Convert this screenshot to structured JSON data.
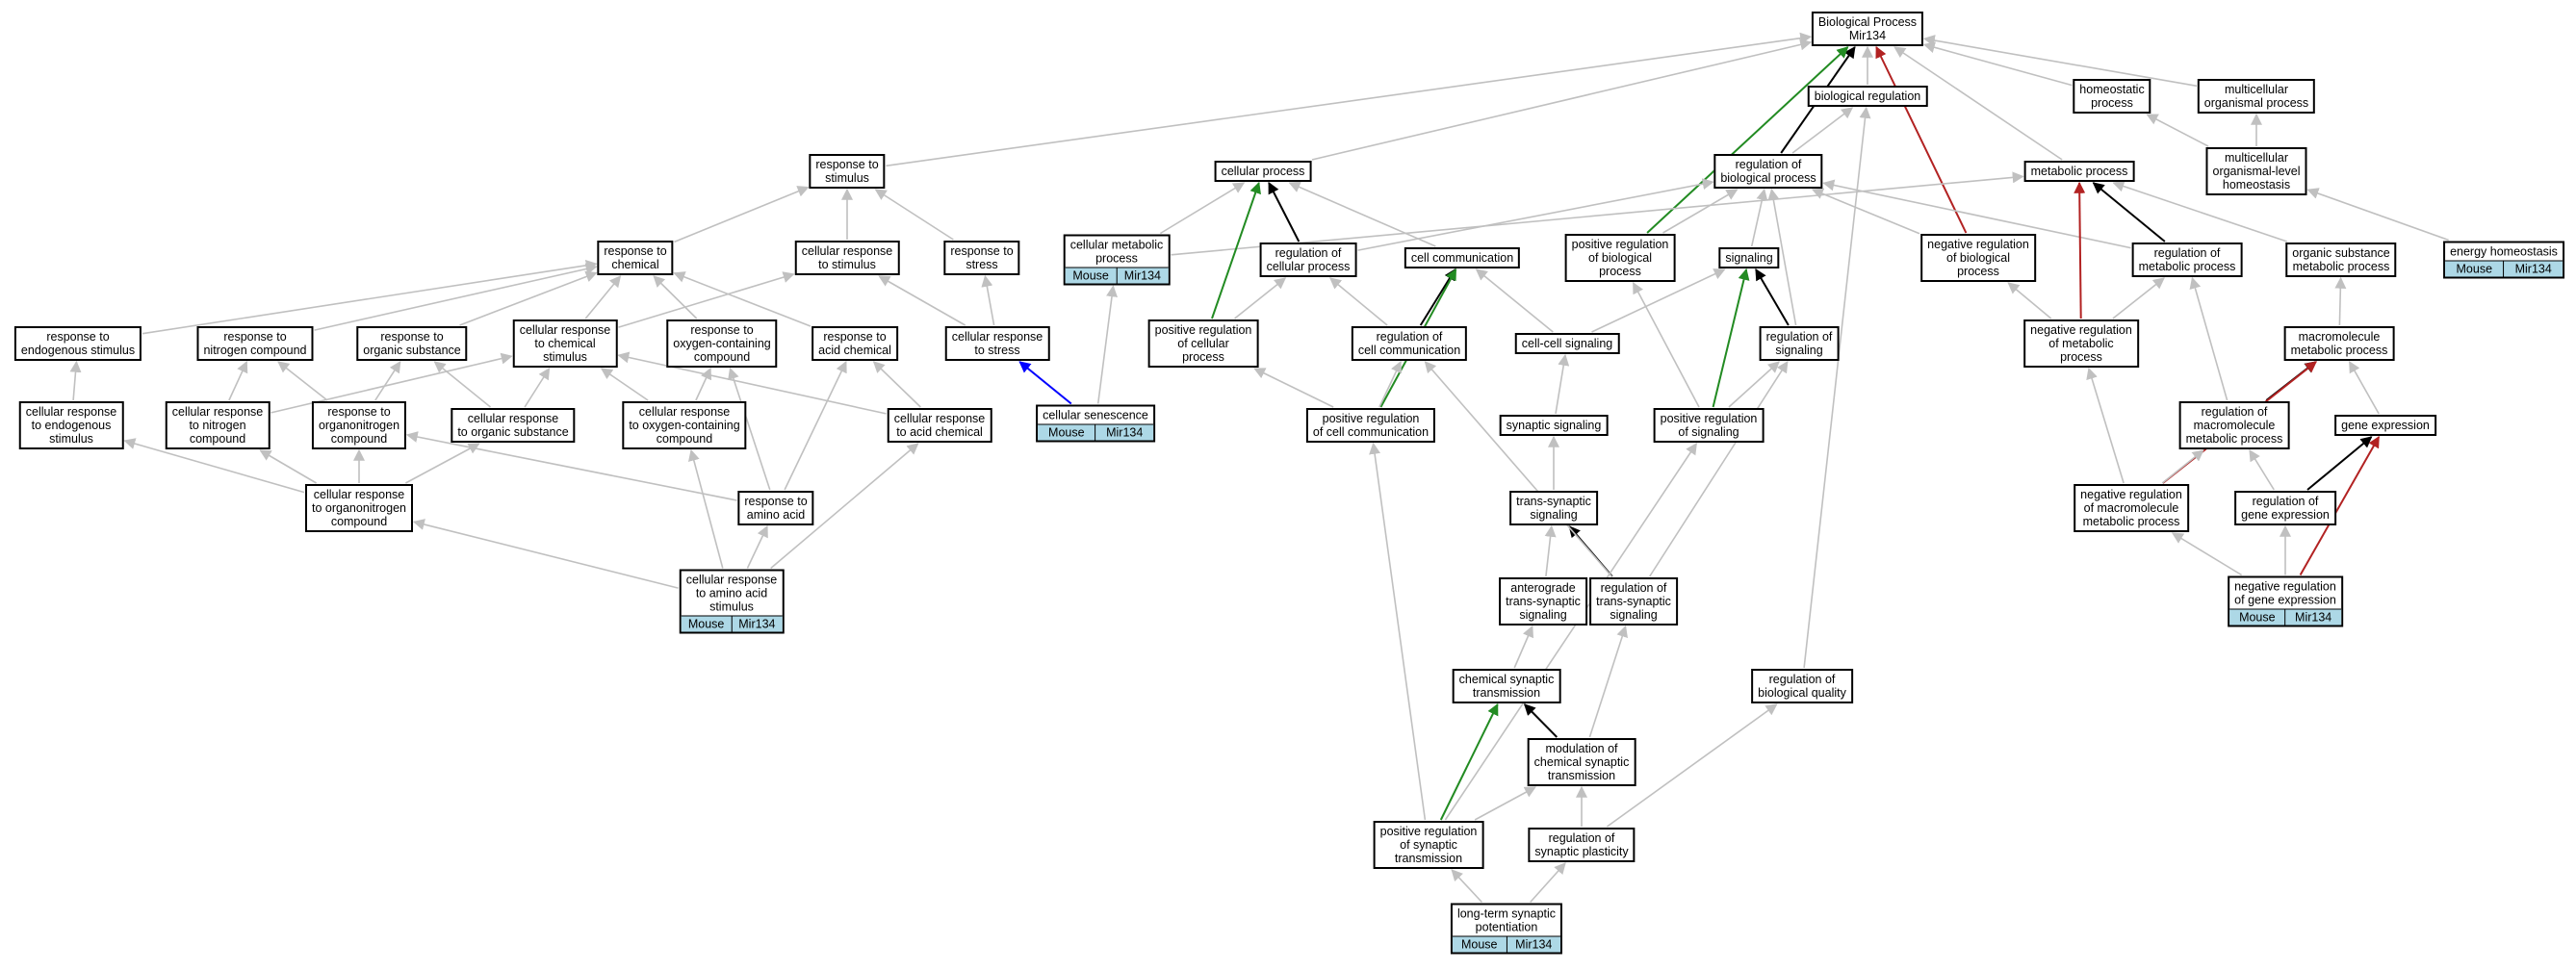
{
  "colors": {
    "gray": "#c0c0c0",
    "black": "#000000",
    "green": "#228b22",
    "red": "#b22222",
    "blue": "#0000ff",
    "annotation": "#add8e6"
  },
  "nodes": [
    {
      "id": "bp",
      "label": "Biological Process\nMir134"
    },
    {
      "id": "bioreg",
      "label": "biological regulation"
    },
    {
      "id": "homeo",
      "label": "homeostatic\nprocess"
    },
    {
      "id": "multorg",
      "label": "multicellular\norganismal process"
    },
    {
      "id": "resp_stim",
      "label": "response to\nstimulus"
    },
    {
      "id": "cellproc",
      "label": "cellular process"
    },
    {
      "id": "regbio",
      "label": "regulation of\nbiological process"
    },
    {
      "id": "metab",
      "label": "metabolic process"
    },
    {
      "id": "multhomeo",
      "label": "multicellular\norganismal-level\nhomeostasis"
    },
    {
      "id": "cellmetab",
      "label": "cellular metabolic\nprocess",
      "annot": [
        "Mouse",
        "Mir134"
      ]
    },
    {
      "id": "energy",
      "label": "energy homeostasis",
      "annot": [
        "Mouse",
        "Mir134"
      ]
    },
    {
      "id": "resp_chem",
      "label": "response to\nchemical"
    },
    {
      "id": "cellresp_stim",
      "label": "cellular response\nto stimulus"
    },
    {
      "id": "resp_stress",
      "label": "response to\nstress"
    },
    {
      "id": "regcell",
      "label": "regulation of\ncellular process"
    },
    {
      "id": "cellcomm",
      "label": "cell communication"
    },
    {
      "id": "posregbio",
      "label": "positive regulation\nof biological\nprocess"
    },
    {
      "id": "signaling",
      "label": "signaling"
    },
    {
      "id": "negregbio",
      "label": "negative regulation\nof biological\nprocess"
    },
    {
      "id": "regmetab",
      "label": "regulation of\nmetabolic process"
    },
    {
      "id": "orgsub",
      "label": "organic substance\nmetabolic process"
    },
    {
      "id": "resp_endo",
      "label": "response to\nendogenous stimulus"
    },
    {
      "id": "resp_nitro",
      "label": "response to\nnitrogen compound"
    },
    {
      "id": "resp_org",
      "label": "response to\norganic substance"
    },
    {
      "id": "cellresp_chem",
      "label": "cellular response\nto chemical\nstimulus"
    },
    {
      "id": "resp_oxy",
      "label": "response to\noxygen-containing\ncompound"
    },
    {
      "id": "resp_acid",
      "label": "response to\nacid chemical"
    },
    {
      "id": "cellresp_stress",
      "label": "cellular response\nto stress"
    },
    {
      "id": "posregcell",
      "label": "positive regulation\nof cellular\nprocess"
    },
    {
      "id": "regcellcomm",
      "label": "regulation of\ncell communication"
    },
    {
      "id": "cellcell",
      "label": "cell-cell signaling"
    },
    {
      "id": "regsig",
      "label": "regulation of\nsignaling"
    },
    {
      "id": "negregmetab",
      "label": "negative regulation\nof metabolic\nprocess"
    },
    {
      "id": "macromet",
      "label": "macromolecule\nmetabolic process"
    },
    {
      "id": "cellresp_endo",
      "label": "cellular response\nto endogenous\nstimulus"
    },
    {
      "id": "cellresp_nitro",
      "label": "cellular response\nto nitrogen\ncompound"
    },
    {
      "id": "resp_organonit",
      "label": "response to\norganonitrogen\ncompound"
    },
    {
      "id": "cellresp_org",
      "label": "cellular response\nto organic substance"
    },
    {
      "id": "cellresp_oxy",
      "label": "cellular response\nto oxygen-containing\ncompound"
    },
    {
      "id": "cellresp_acid",
      "label": "cellular response\nto acid chemical"
    },
    {
      "id": "senescence",
      "label": "cellular senescence",
      "annot": [
        "Mouse",
        "Mir134"
      ]
    },
    {
      "id": "posregcellcomm",
      "label": "positive regulation\nof cell communication"
    },
    {
      "id": "synsig",
      "label": "synaptic signaling"
    },
    {
      "id": "posregsig",
      "label": "positive regulation\nof signaling"
    },
    {
      "id": "regmacromet",
      "label": "regulation of\nmacromolecule\nmetabolic process"
    },
    {
      "id": "geneexp",
      "label": "gene expression"
    },
    {
      "id": "cellresp_organonit",
      "label": "cellular response\nto organonitrogen\ncompound"
    },
    {
      "id": "resp_amino",
      "label": "response to\namino acid"
    },
    {
      "id": "transsyn",
      "label": "trans-synaptic\nsignaling"
    },
    {
      "id": "negregmacro",
      "label": "negative regulation\nof macromolecule\nmetabolic process"
    },
    {
      "id": "reggeneexp",
      "label": "regulation of\ngene expression"
    },
    {
      "id": "cellresp_amino",
      "label": "cellular response\nto amino acid\nstimulus",
      "annot": [
        "Mouse",
        "Mir134"
      ]
    },
    {
      "id": "antero",
      "label": "anterograde\ntrans-synaptic\nsignaling"
    },
    {
      "id": "regtranssyn",
      "label": "regulation of\ntrans-synaptic\nsignaling"
    },
    {
      "id": "negreggene",
      "label": "negative regulation\nof gene expression",
      "annot": [
        "Mouse",
        "Mir134"
      ]
    },
    {
      "id": "chemsyn",
      "label": "chemical synaptic\ntransmission"
    },
    {
      "id": "regbioqual",
      "label": "regulation of\nbiological quality"
    },
    {
      "id": "modchem",
      "label": "modulation of\nchemical synaptic\ntransmission"
    },
    {
      "id": "posregsyn",
      "label": "positive regulation\nof synaptic\ntransmission"
    },
    {
      "id": "regsynplas",
      "label": "regulation of\nsynaptic plasticity"
    },
    {
      "id": "ltp",
      "label": "long-term synaptic\npotentiation",
      "annot": [
        "Mouse",
        "Mir134"
      ]
    }
  ],
  "edges": [
    [
      "bioreg",
      "bp",
      "gray"
    ],
    [
      "homeo",
      "bp",
      "gray"
    ],
    [
      "multorg",
      "bp",
      "gray"
    ],
    [
      "resp_stim",
      "bp",
      "gray"
    ],
    [
      "cellproc",
      "bp",
      "gray"
    ],
    [
      "regbio",
      "bp",
      "black"
    ],
    [
      "metab",
      "bp",
      "gray"
    ],
    [
      "posregbio",
      "bp",
      "green"
    ],
    [
      "negregbio",
      "bp",
      "red"
    ],
    [
      "multhomeo",
      "homeo",
      "gray"
    ],
    [
      "multhomeo",
      "multorg",
      "gray"
    ],
    [
      "energy",
      "multhomeo",
      "gray"
    ],
    [
      "regbio",
      "bioreg",
      "gray"
    ],
    [
      "regbioqual",
      "bioreg",
      "gray"
    ],
    [
      "cellmetab",
      "cellproc",
      "gray"
    ],
    [
      "cellmetab",
      "metab",
      "gray"
    ],
    [
      "regcell",
      "cellproc",
      "black"
    ],
    [
      "regcell",
      "regbio",
      "gray"
    ],
    [
      "cellcomm",
      "cellproc",
      "gray"
    ],
    [
      "posregcell",
      "cellproc",
      "green"
    ],
    [
      "posregbio",
      "regbio",
      "gray"
    ],
    [
      "negregbio",
      "regbio",
      "gray"
    ],
    [
      "regmetab",
      "regbio",
      "gray"
    ],
    [
      "signaling",
      "regbio",
      "gray"
    ],
    [
      "regmetab",
      "metab",
      "black"
    ],
    [
      "negregmetab",
      "metab",
      "red"
    ],
    [
      "orgsub",
      "metab",
      "gray"
    ],
    [
      "cellresp_stim",
      "resp_stim",
      "gray"
    ],
    [
      "resp_chem",
      "resp_stim",
      "gray"
    ],
    [
      "resp_stress",
      "resp_stim",
      "gray"
    ],
    [
      "resp_endo",
      "resp_chem",
      "gray"
    ],
    [
      "resp_nitro",
      "resp_chem",
      "gray"
    ],
    [
      "resp_org",
      "resp_chem",
      "gray"
    ],
    [
      "cellresp_chem",
      "resp_chem",
      "gray"
    ],
    [
      "resp_oxy",
      "resp_chem",
      "gray"
    ],
    [
      "resp_acid",
      "resp_chem",
      "gray"
    ],
    [
      "cellresp_chem",
      "cellresp_stim",
      "gray"
    ],
    [
      "cellresp_stress",
      "cellresp_stim",
      "gray"
    ],
    [
      "cellresp_stress",
      "resp_stress",
      "gray"
    ],
    [
      "senescence",
      "cellresp_stress",
      "blue"
    ],
    [
      "senescence",
      "cellmetab",
      "gray"
    ],
    [
      "posregcell",
      "regcell",
      "gray"
    ],
    [
      "regcellcomm",
      "regcell",
      "gray"
    ],
    [
      "regcellcomm",
      "cellcomm",
      "black"
    ],
    [
      "cellcell",
      "cellcomm",
      "gray"
    ],
    [
      "posregcellcomm",
      "cellcomm",
      "green"
    ],
    [
      "posregcellcomm",
      "posregcell",
      "gray"
    ],
    [
      "posregcellcomm",
      "regcellcomm",
      "gray"
    ],
    [
      "regsig",
      "signaling",
      "black"
    ],
    [
      "cellcell",
      "signaling",
      "gray"
    ],
    [
      "posregsig",
      "signaling",
      "green"
    ],
    [
      "regsig",
      "regbio",
      "gray"
    ],
    [
      "synsig",
      "cellcell",
      "gray"
    ],
    [
      "posregsig",
      "posregbio",
      "gray"
    ],
    [
      "posregsig",
      "regsig",
      "gray"
    ],
    [
      "negregmetab",
      "negregbio",
      "gray"
    ],
    [
      "negregmetab",
      "regmetab",
      "gray"
    ],
    [
      "regmacromet",
      "regmetab",
      "gray"
    ],
    [
      "macromet",
      "orgsub",
      "gray"
    ],
    [
      "regmacromet",
      "macromet",
      "black"
    ],
    [
      "geneexp",
      "macromet",
      "gray"
    ],
    [
      "negregmacro",
      "macromet",
      "red"
    ],
    [
      "negregmacro",
      "negregmetab",
      "gray"
    ],
    [
      "negregmacro",
      "regmacromet",
      "gray"
    ],
    [
      "reggeneexp",
      "regmacromet",
      "gray"
    ],
    [
      "reggeneexp",
      "geneexp",
      "black"
    ],
    [
      "negreggene",
      "geneexp",
      "red"
    ],
    [
      "negreggene",
      "reggeneexp",
      "gray"
    ],
    [
      "negreggene",
      "negregmacro",
      "gray"
    ],
    [
      "cellresp_endo",
      "resp_endo",
      "gray"
    ],
    [
      "cellresp_nitro",
      "resp_nitro",
      "gray"
    ],
    [
      "resp_organonit",
      "resp_nitro",
      "gray"
    ],
    [
      "resp_organonit",
      "resp_org",
      "gray"
    ],
    [
      "cellresp_org",
      "resp_org",
      "gray"
    ],
    [
      "cellresp_org",
      "cellresp_chem",
      "gray"
    ],
    [
      "cellresp_oxy",
      "cellresp_chem",
      "gray"
    ],
    [
      "cellresp_oxy",
      "resp_oxy",
      "gray"
    ],
    [
      "cellresp_acid",
      "cellresp_chem",
      "gray"
    ],
    [
      "cellresp_acid",
      "resp_acid",
      "gray"
    ],
    [
      "cellresp_nitro",
      "cellresp_chem",
      "gray"
    ],
    [
      "cellresp_organonit",
      "cellresp_endo",
      "gray"
    ],
    [
      "cellresp_organonit",
      "cellresp_nitro",
      "gray"
    ],
    [
      "cellresp_organonit",
      "resp_organonit",
      "gray"
    ],
    [
      "cellresp_organonit",
      "cellresp_org",
      "gray"
    ],
    [
      "resp_amino",
      "resp_organonit",
      "gray"
    ],
    [
      "resp_amino",
      "resp_oxy",
      "gray"
    ],
    [
      "resp_amino",
      "resp_acid",
      "gray"
    ],
    [
      "cellresp_amino",
      "cellresp_organonit",
      "gray"
    ],
    [
      "cellresp_amino",
      "resp_amino",
      "gray"
    ],
    [
      "cellresp_amino",
      "cellresp_oxy",
      "gray"
    ],
    [
      "cellresp_amino",
      "cellresp_acid",
      "gray"
    ],
    [
      "transsyn",
      "synsig",
      "gray"
    ],
    [
      "regtranssyn",
      "transsyn",
      "black"
    ],
    [
      "regtranssyn",
      "regsig",
      "gray"
    ],
    [
      "regtranssyn",
      "regcellcomm",
      "gray"
    ],
    [
      "antero",
      "transsyn",
      "gray"
    ],
    [
      "chemsyn",
      "antero",
      "gray"
    ],
    [
      "modchem",
      "chemsyn",
      "black"
    ],
    [
      "modchem",
      "regtranssyn",
      "gray"
    ],
    [
      "posregsyn",
      "chemsyn",
      "green"
    ],
    [
      "posregsyn",
      "modchem",
      "gray"
    ],
    [
      "posregsyn",
      "posregcellcomm",
      "gray"
    ],
    [
      "posregsyn",
      "posregsig",
      "gray"
    ],
    [
      "regsynplas",
      "modchem",
      "gray"
    ],
    [
      "regsynplas",
      "regbioqual",
      "gray"
    ],
    [
      "ltp",
      "posregsyn",
      "gray"
    ],
    [
      "ltp",
      "regsynplas",
      "gray"
    ]
  ]
}
